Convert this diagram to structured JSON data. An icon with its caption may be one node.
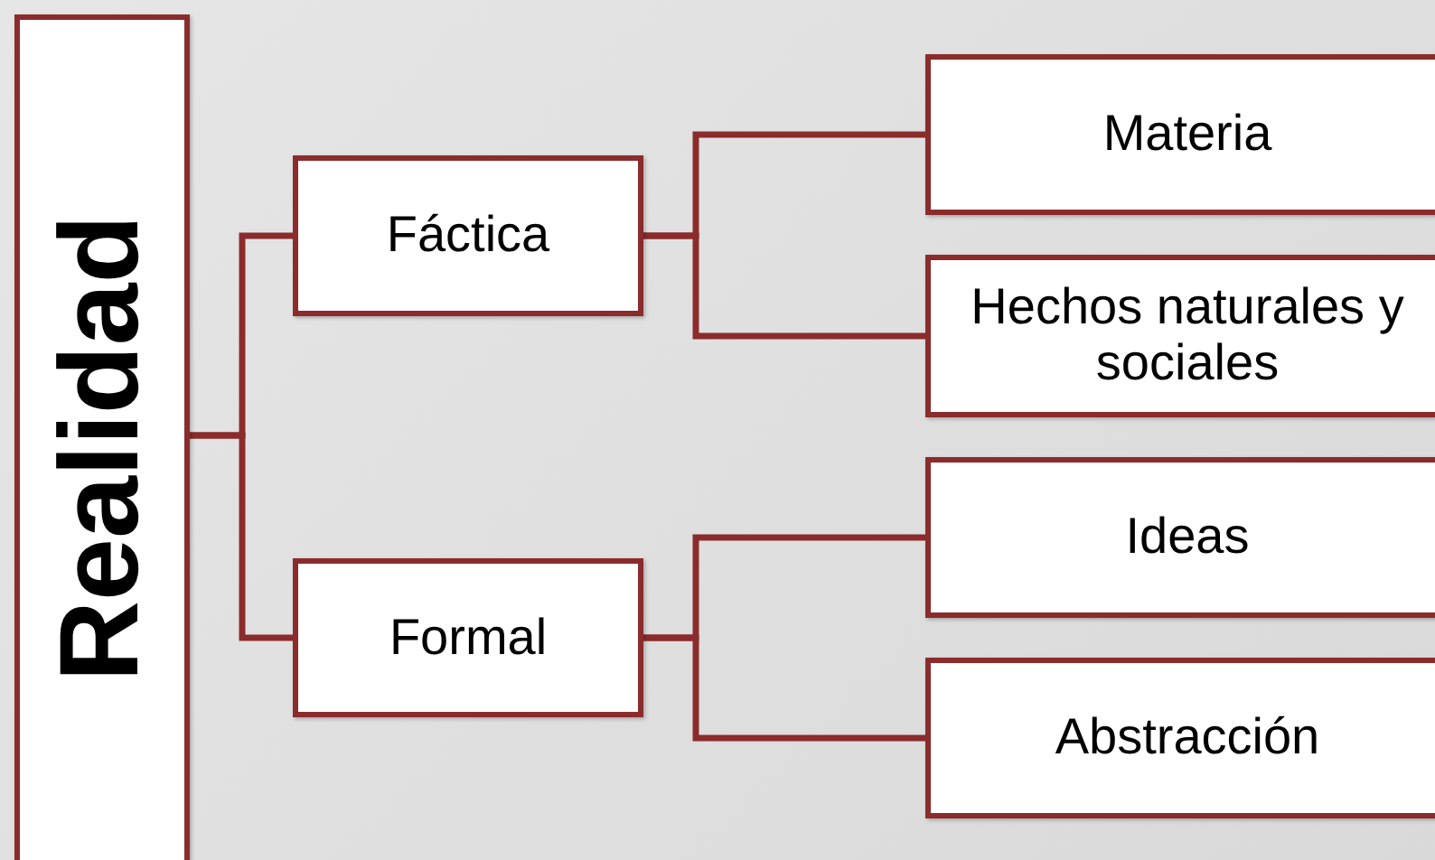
{
  "diagram": {
    "nodes": [
      {
        "text": [
          "Realidad"
        ]
      },
      {
        "text": [
          "Fáctica"
        ]
      },
      {
        "text": [
          "Formal"
        ]
      },
      {
        "text": [
          "Materia"
        ]
      },
      {
        "text": [
          "Hechos naturales y sociales"
        ]
      },
      {
        "text": [
          "Ideas"
        ]
      },
      {
        "text": [
          "Abstracción"
        ]
      }
    ],
    "edges": [
      {
        "from": 0,
        "to": 1,
        "arrow": "none"
      },
      {
        "from": 0,
        "to": 2,
        "arrow": "none"
      },
      {
        "from": 1,
        "to": 3,
        "arrow": "none"
      },
      {
        "from": 1,
        "to": 4,
        "arrow": "none"
      },
      {
        "from": 2,
        "to": 5,
        "arrow": "none"
      },
      {
        "from": 2,
        "to": 6,
        "arrow": "none"
      }
    ]
  }
}
